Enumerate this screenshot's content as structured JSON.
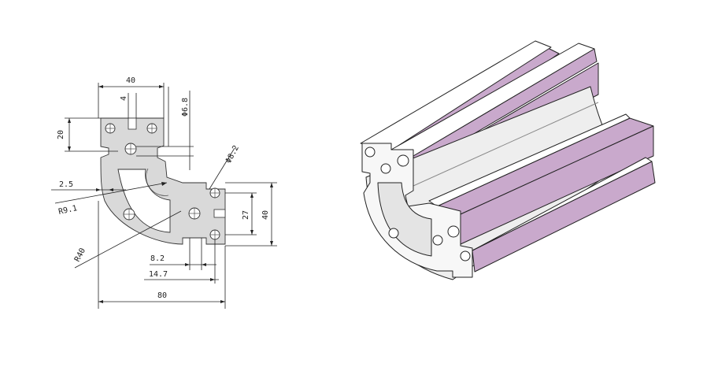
{
  "drawing": {
    "dimensions": {
      "width_top": "40",
      "slot_width": "4",
      "hole_top": "Φ6.8",
      "height_top": "20",
      "hole_side": "Φ8.2",
      "wall": "2.5",
      "inner_radius": "R9.1",
      "height_27": "27",
      "height_40": "40",
      "outer_radius": "R40",
      "bottom_8_2": "8.2",
      "bottom_14_7": "14.7",
      "overall_80": "80"
    }
  },
  "render": {
    "profile_color": "#c9a9cc",
    "metal_color": "#ffffff",
    "outline_color": "#222222"
  }
}
